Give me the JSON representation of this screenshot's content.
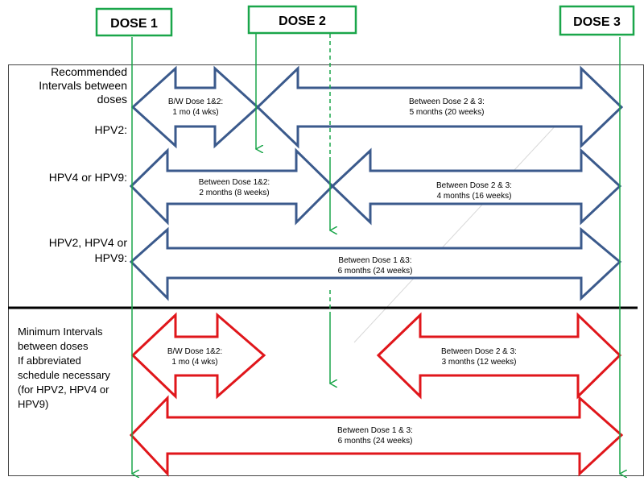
{
  "colors": {
    "recommended": "#3b5a8c",
    "minimum": "#e0161b",
    "dose_line": "#1aa64a",
    "divider": "#000000",
    "frame": "#444444"
  },
  "doses": [
    {
      "label": "DOSE 1"
    },
    {
      "label": "DOSE 2"
    },
    {
      "label": "DOSE 3"
    }
  ],
  "recommended": {
    "heading": [
      "Recommended",
      "Intervals between",
      "doses"
    ],
    "rows": [
      {
        "label": [
          "HPV2:"
        ],
        "arrows": [
          {
            "lines": [
              "B/W Dose 1&2:",
              "1 mo (4 wks)"
            ]
          },
          {
            "lines": [
              "Between Dose 2 & 3:",
              "5 months (20 weeks)"
            ]
          }
        ]
      },
      {
        "label": [
          "HPV4 or HPV9:"
        ],
        "arrows": [
          {
            "lines": [
              "Between Dose 1&2:",
              "2 months (8 weeks)"
            ]
          },
          {
            "lines": [
              "Between Dose 2 & 3:",
              "4 months (16 weeks)"
            ]
          }
        ]
      },
      {
        "label": [
          "HPV2, HPV4 or",
          "HPV9:"
        ],
        "arrows": [
          {
            "lines": [
              "Between Dose 1 &3:",
              "6 months (24 weeks)"
            ]
          }
        ]
      }
    ]
  },
  "minimum": {
    "heading": [
      "Minimum Intervals",
      "between doses",
      "If abbreviated",
      "schedule necessary",
      "(for HPV2, HPV4 or",
      "HPV9)"
    ],
    "arrows": [
      {
        "lines": [
          "B/W Dose 1&2:",
          "1 mo (4 wks)"
        ]
      },
      {
        "lines": [
          "Between Dose 2 & 3:",
          "3 months (12 weeks)"
        ]
      },
      {
        "lines": [
          "Between Dose 1 & 3:",
          "6 months (24 weeks)"
        ]
      }
    ]
  }
}
